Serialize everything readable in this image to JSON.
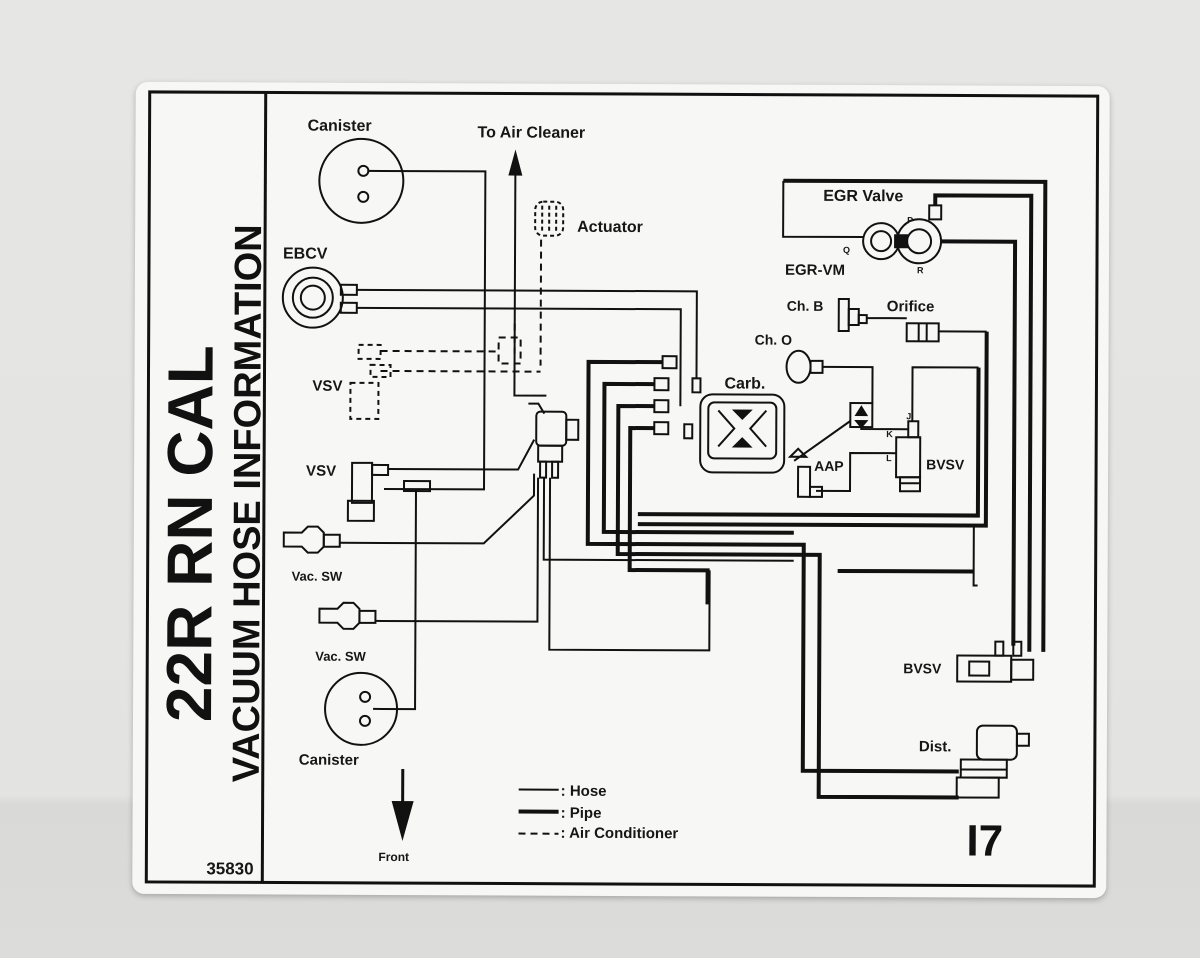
{
  "label": {
    "title": "22R RN CAL",
    "subtitle": "VACUUM HOSE INFORMATION",
    "part_number": "35830",
    "code": "I7"
  },
  "components": {
    "canister_top": "Canister",
    "to_air_cleaner": "To Air Cleaner",
    "actuator": "Actuator",
    "ebcv": "EBCV",
    "vsv_dashed": "VSV",
    "vsv": "VSV",
    "vac_sw_1": "Vac. SW",
    "vac_sw_2": "Vac. SW",
    "canister_bottom": "Canister",
    "front": "Front",
    "egr_valve": "EGR Valve",
    "egr_vm": "EGR-VM",
    "ch_b": "Ch. B",
    "orifice": "Orifice",
    "ch_o": "Ch. O",
    "carb": "Carb.",
    "aap": "AAP",
    "bvsv_1": "BVSV",
    "bvsv_2": "BVSV",
    "dist": "Dist.",
    "port_p": "P",
    "port_q": "Q",
    "port_r": "R",
    "port_j": "J",
    "port_k": "K",
    "port_l": "L"
  },
  "legend": {
    "hose": ": Hose",
    "pipe": ": Pipe",
    "air_conditioner": ": Air Conditioner"
  },
  "colors": {
    "ink": "#111111",
    "paper": "#f7f7f5",
    "background": "#e4e4e2"
  }
}
